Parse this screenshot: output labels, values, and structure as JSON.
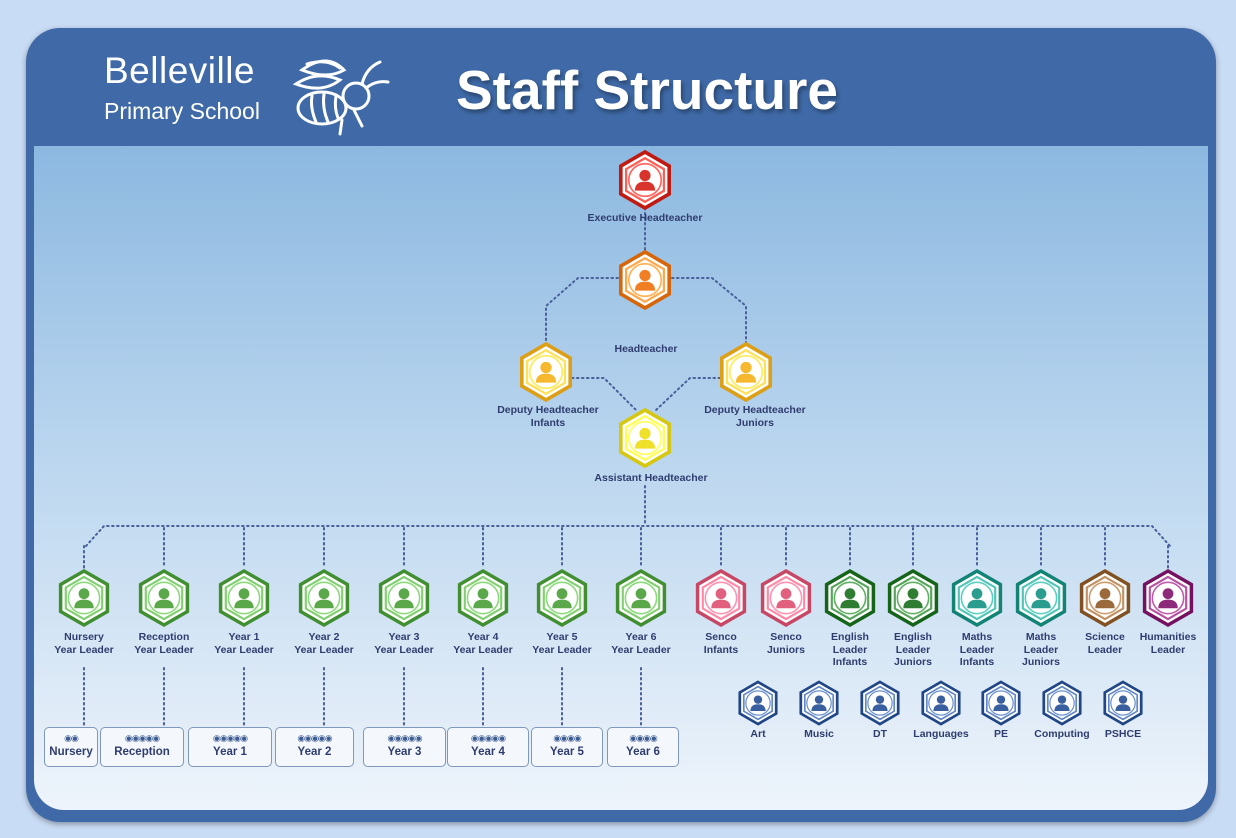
{
  "header": {
    "school_name": "Belleville",
    "school_sub": "Primary School",
    "title": "Staff Structure"
  },
  "colors": {
    "frame": "#3f6aa7",
    "executive": "#d9342c",
    "headteacher": "#ef7f22",
    "deputy": "#f5b82e",
    "assistant": "#efe02a",
    "year_leader": "#5aa84a",
    "senco": "#e0607e",
    "english": "#2e7d32",
    "maths": "#2a9d8f",
    "science": "#9a6a3c",
    "humanities": "#8e2a7a",
    "subject": "#3a5f9e"
  },
  "roles": {
    "executive": "Executive Headteacher",
    "head": "Headteacher",
    "deputy_infants": "Deputy Headteacher\nInfants",
    "deputy_juniors": "Deputy Headteacher\nJuniors",
    "assistant": "Assistant Headteacher"
  },
  "leaders": [
    {
      "label": "Nursery\nYear Leader",
      "color": "year_leader"
    },
    {
      "label": "Reception\nYear Leader",
      "color": "year_leader"
    },
    {
      "label": "Year 1\nYear Leader",
      "color": "year_leader"
    },
    {
      "label": "Year 2\nYear Leader",
      "color": "year_leader"
    },
    {
      "label": "Year 3\nYear Leader",
      "color": "year_leader"
    },
    {
      "label": "Year 4\nYear Leader",
      "color": "year_leader"
    },
    {
      "label": "Year 5\nYear Leader",
      "color": "year_leader"
    },
    {
      "label": "Year 6\nYear Leader",
      "color": "year_leader"
    },
    {
      "label": "Senco\nInfants",
      "color": "senco"
    },
    {
      "label": "Senco\nJuniors",
      "color": "senco"
    },
    {
      "label": "English\nLeader\nInfants",
      "color": "english"
    },
    {
      "label": "English\nLeader\nJuniors",
      "color": "english"
    },
    {
      "label": "Maths\nLeader\nInfants",
      "color": "maths"
    },
    {
      "label": "Maths\nLeader\nJuniors",
      "color": "maths"
    },
    {
      "label": "Science\nLeader",
      "color": "science"
    },
    {
      "label": "Humanities\nLeader",
      "color": "humanities"
    }
  ],
  "classes": [
    {
      "name": "Nursery",
      "pupils": 2
    },
    {
      "name": "Reception",
      "pupils": 5
    },
    {
      "name": "Year 1",
      "pupils": 5
    },
    {
      "name": "Year 2",
      "pupils": 5
    },
    {
      "name": "Year 3",
      "pupils": 5
    },
    {
      "name": "Year 4",
      "pupils": 5
    },
    {
      "name": "Year 5",
      "pupils": 4
    },
    {
      "name": "Year 6",
      "pupils": 4
    }
  ],
  "subjects": [
    "Art",
    "Music",
    "DT",
    "Languages",
    "PE",
    "Computing",
    "PSHCE"
  ]
}
